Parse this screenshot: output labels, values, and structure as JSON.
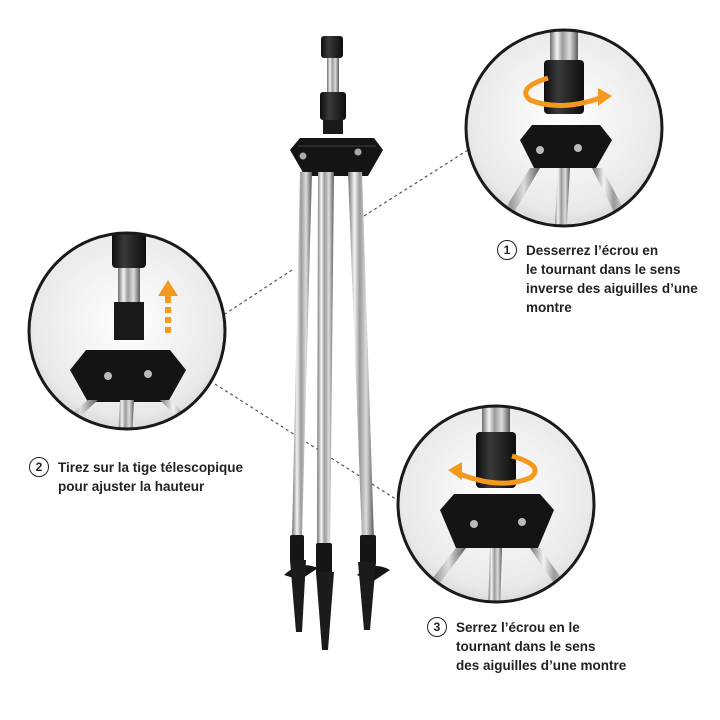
{
  "steps": [
    {
      "number": "1",
      "lines": [
        "Desserrez l’écrou en",
        "le tournant dans le sens",
        "inverse des aiguilles d’une",
        "montre"
      ]
    },
    {
      "number": "2",
      "lines": [
        "Tirez sur la tige télescopique",
        "pour ajuster la hauteur"
      ]
    },
    {
      "number": "3",
      "lines": [
        "Serrez l’écrou en le",
        "tournant dans le sens",
        "des aiguilles d’une montre"
      ]
    }
  ],
  "colors": {
    "arrow": "#f39a1e",
    "plastic": "#1a1a1a",
    "steel": "#c9c9c9",
    "text": "#222222"
  },
  "icons": [
    "tripod-image",
    "rotate-counterclockwise-icon",
    "pull-up-arrow-icon",
    "rotate-clockwise-icon"
  ]
}
